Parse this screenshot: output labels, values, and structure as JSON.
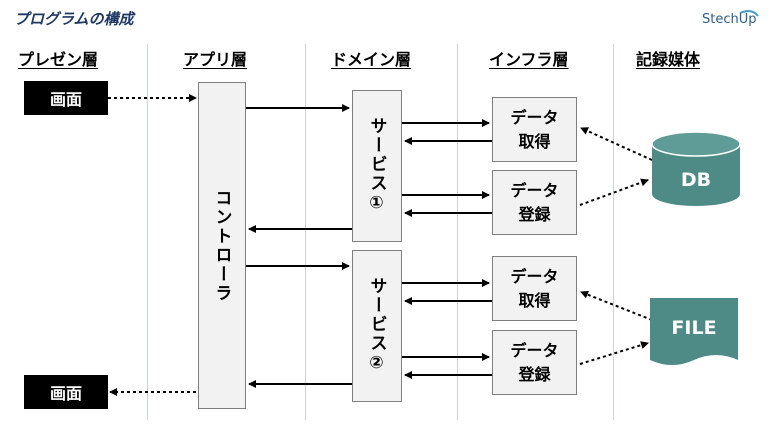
{
  "header": {
    "title": "プログラムの構成",
    "logo_text": "StechUp"
  },
  "lanes": [
    "プレゼン層",
    "アプリ層",
    "ドメイン層",
    "インフラ層",
    "記録媒体"
  ],
  "presentation": {
    "top_screen": "画面",
    "bottom_screen": "画面"
  },
  "app": {
    "controller": "コントローラ"
  },
  "domain": {
    "service1": "サービス①",
    "service2": "サービス②"
  },
  "infra": {
    "s1_get": {
      "line1": "データ",
      "line2": "取得"
    },
    "s1_reg": {
      "line1": "データ",
      "line2": "登録"
    },
    "s2_get": {
      "line1": "データ",
      "line2": "取得"
    },
    "s2_reg": {
      "line1": "データ",
      "line2": "登録"
    }
  },
  "storage": {
    "db": "DB",
    "file": "FILE"
  },
  "colors": {
    "storage_fill": "#4e8a86",
    "title": "#1f3864",
    "box_fill": "#f2f2f2",
    "divider": "#c9d4d9"
  }
}
